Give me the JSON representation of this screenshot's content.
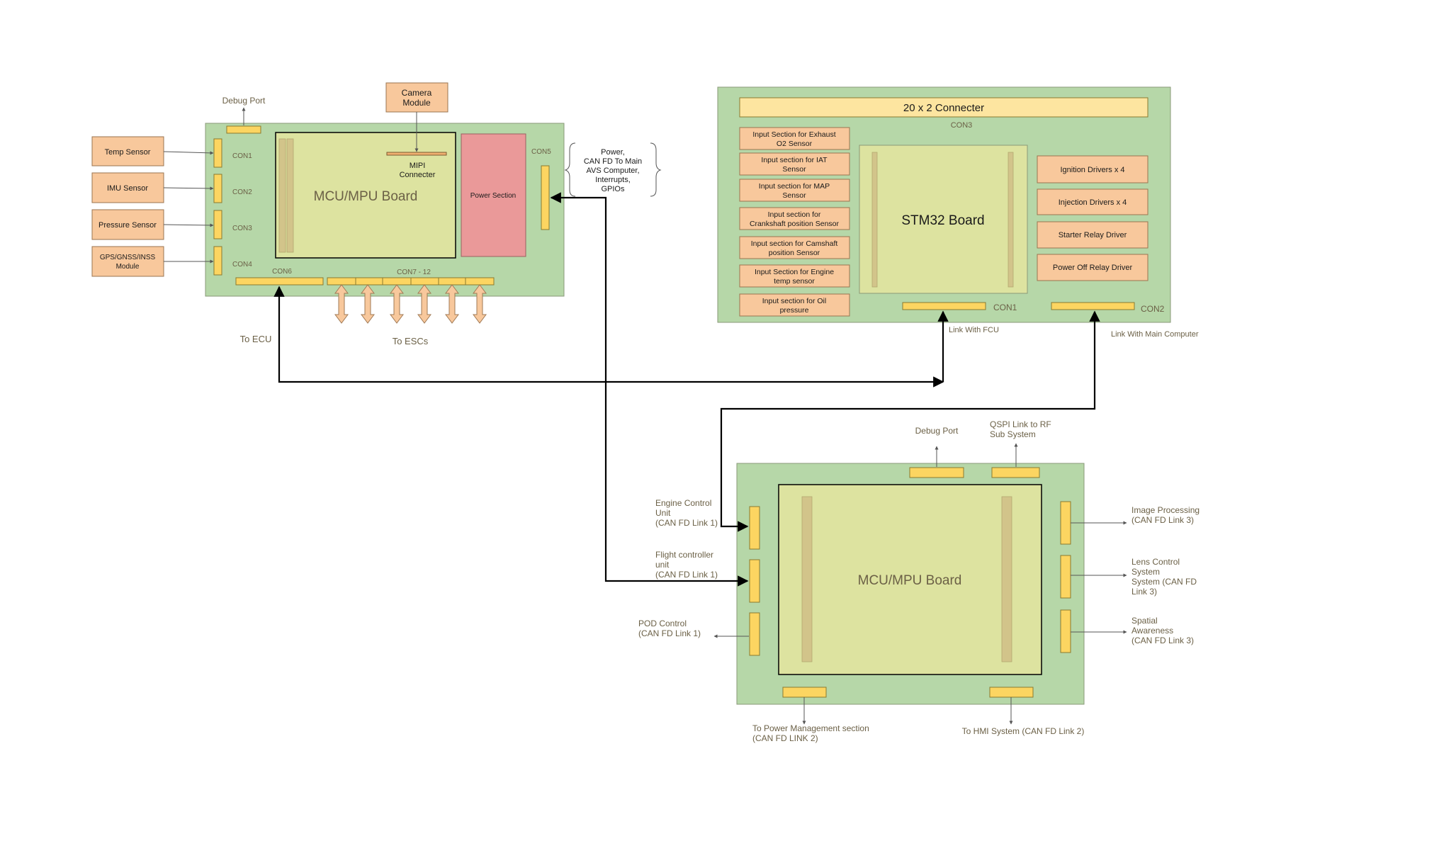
{
  "colors": {
    "board_green": "#b6d7a8",
    "inner_board": "#dde3a0",
    "connector_yellow": "#fcd561",
    "orange_box": "#f8c89c",
    "power_section": "#ea9999",
    "line": "#000000"
  },
  "sensors": {
    "temp": "Temp Sensor",
    "imu": "IMU Sensor",
    "pressure": "Pressure Sensor",
    "gps_l1": "GPS/GNSS/INSS",
    "gps_l2": "Module"
  },
  "fc_board": {
    "debug_port": "Debug Port",
    "camera_l1": "Camera",
    "camera_l2": "Module",
    "mcu_title": "MCU/MPU Board",
    "mipi_l1": "MIPI",
    "mipi_l2": "Connecter",
    "power_section": "Power Section",
    "con1": "CON1",
    "con2": "CON2",
    "con3": "CON3",
    "con4": "CON4",
    "con5": "CON5",
    "con6": "CON6",
    "con7_12": "CON7 - 12",
    "brace_l1": "Power,",
    "brace_l2": "CAN FD To Main",
    "brace_l3": "AVS Computer,",
    "brace_l4": "Interrupts,",
    "brace_l5": "GPIOs",
    "to_ecu": "To ECU",
    "to_escs": "To ESCs"
  },
  "ecu_board": {
    "header": "20 x 2 Connecter",
    "con3": "CON3",
    "inputs": [
      [
        "Input Section for Exhaust",
        "O2 Sensor"
      ],
      [
        "Input section for IAT",
        "Sensor"
      ],
      [
        "Input section for MAP",
        "Sensor"
      ],
      [
        "Input section for",
        "Crankshaft position Sensor"
      ],
      [
        "Input section for Camshaft",
        "position Sensor"
      ],
      [
        "Input Section for Engine",
        "temp sensor"
      ],
      [
        "Input section for Oil",
        "pressure"
      ]
    ],
    "stm32": "STM32 Board",
    "drivers": [
      "Ignition Drivers x 4",
      "Injection Drivers x 4",
      "Starter Relay Driver",
      "Power Off Relay Driver"
    ],
    "con1": "CON1",
    "con2": "CON2",
    "link_fcu": "Link With FCU",
    "link_main": "Link With Main Computer"
  },
  "main_board": {
    "mcu_title": "MCU/MPU Board",
    "debug_port": "Debug Port",
    "qspi_l1": "QSPI Link to RF",
    "qspi_l2": "Sub System",
    "ecu_l1": "Engine Control",
    "ecu_l2": "Unit",
    "ecu_l3": "(CAN FD Link 1)",
    "fcu_l1": "Flight controller",
    "fcu_l2": "unit",
    "fcu_l3": "(CAN FD Link 1)",
    "pod_l1": "POD Control",
    "pod_l2": "(CAN FD Link 1)",
    "img_l1": "Image Processing",
    "img_l2": "(CAN FD Link 3)",
    "lens_l1": "Lens Control",
    "lens_l2": "System",
    "lens_l3": "System (CAN FD",
    "lens_l4": "Link 3)",
    "spatial_l1": "Spatial",
    "spatial_l2": "Awareness",
    "spatial_l3": "(CAN FD Link 3)",
    "power_l1": "To Power Management section",
    "power_l2": "(CAN FD LINK 2)",
    "hmi": "To HMI System (CAN FD Link 2)"
  }
}
